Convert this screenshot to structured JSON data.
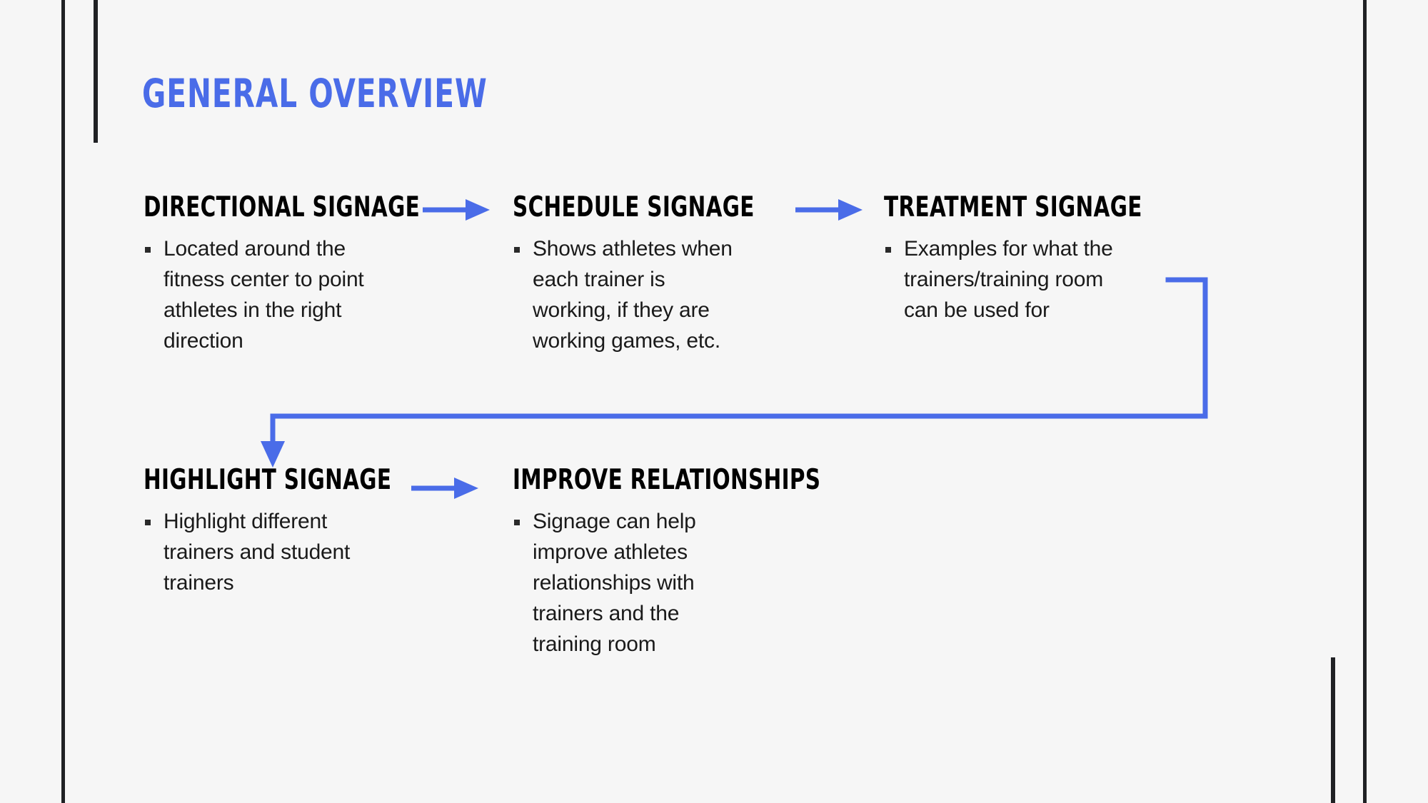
{
  "slide": {
    "title": "GENERAL OVERVIEW",
    "background_color": "#f6f6f6",
    "accent_color": "#4a6ce8",
    "rule_color": "#202124",
    "text_color": "#1a1a1a"
  },
  "blocks": [
    {
      "heading": "DIRECTIONAL SIGNAGE",
      "bullets": [
        "Located around the fitness center to point athletes in the right direction"
      ]
    },
    {
      "heading": "SCHEDULE SIGNAGE",
      "bullets": [
        "Shows athletes when each trainer is working, if they are working games, etc."
      ]
    },
    {
      "heading": "TREATMENT SIGNAGE",
      "bullets": [
        "Examples for what the trainers/training room can be used for"
      ]
    },
    {
      "heading": "HIGHLIGHT SIGNAGE",
      "bullets": [
        "Highlight different trainers and student trainers"
      ]
    },
    {
      "heading": "IMPROVE RELATIONSHIPS",
      "bullets": [
        "Signage can help improve athletes relationships with trainers and the training room"
      ]
    }
  ],
  "connectors": [
    {
      "name": "arrow-directional-to-schedule",
      "from": "DIRECTIONAL SIGNAGE",
      "to": "SCHEDULE SIGNAGE",
      "style": "straight-arrow-right"
    },
    {
      "name": "arrow-schedule-to-treatment",
      "from": "SCHEDULE SIGNAGE",
      "to": "TREATMENT SIGNAGE",
      "style": "straight-arrow-right"
    },
    {
      "name": "arrow-treatment-to-highlight",
      "from": "TREATMENT SIGNAGE",
      "to": "HIGHLIGHT SIGNAGE",
      "style": "elbow-arrow-down"
    },
    {
      "name": "arrow-highlight-to-improve",
      "from": "HIGHLIGHT SIGNAGE",
      "to": "IMPROVE RELATIONSHIPS",
      "style": "straight-arrow-right"
    }
  ]
}
